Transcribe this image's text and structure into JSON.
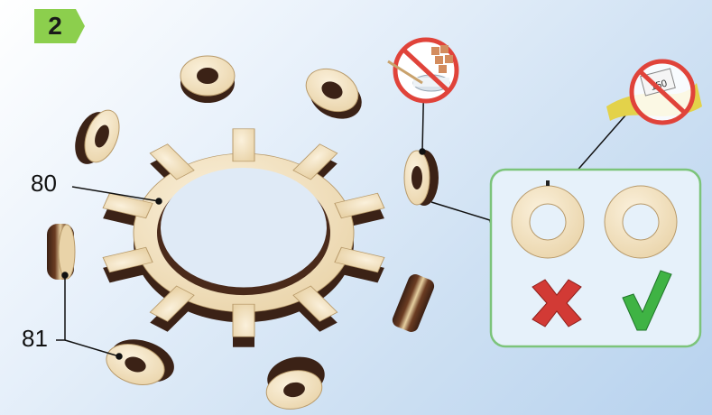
{
  "step_number": "2",
  "callouts": {
    "gear_ring": "80",
    "spacer_ring": "81"
  },
  "icons": {
    "no_glue": "no-glue-icon",
    "no_sanding": "no-sandpaper-icon",
    "wrong": "cross-icon",
    "correct": "checkmark-icon"
  },
  "sandpaper_grit": "150",
  "colors": {
    "step_badge": "#8ccf4d",
    "panel_border": "#7cc47a",
    "panel_fill": "#e6f1fa",
    "prohibition": "#e0433a",
    "cross": "#d23a35",
    "check": "#3fb344",
    "wood_light": "#f2e2c0",
    "wood_dark": "#4a2a1a"
  }
}
